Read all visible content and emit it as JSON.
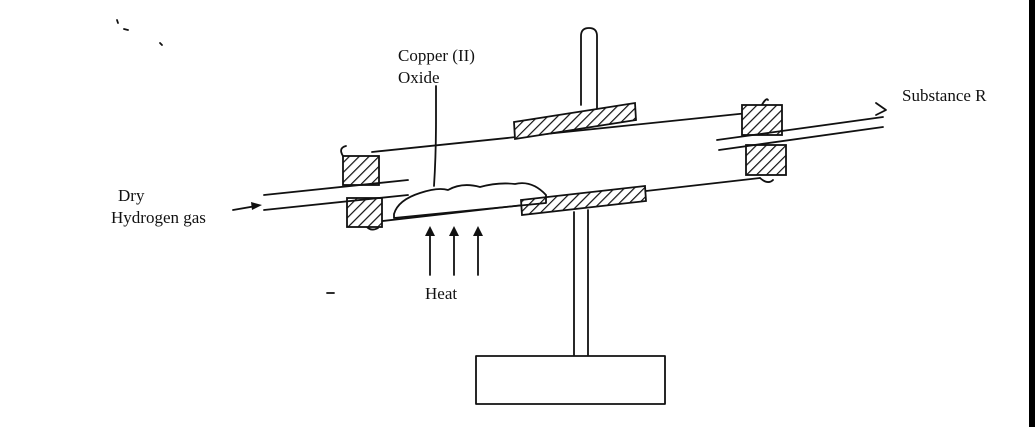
{
  "diagram": {
    "title": "Reduction of copper (II) oxide by dry hydrogen gas",
    "labels": {
      "copper_oxide": "Copper (II)",
      "copper_oxide_line2": "Oxide",
      "substance_r": "Substance R",
      "inlet": "Dry",
      "inlet_line2": "Hydrogen gas",
      "heat": "Heat"
    },
    "colors": {
      "ink": "#111111",
      "background": "#ffffff"
    }
  }
}
